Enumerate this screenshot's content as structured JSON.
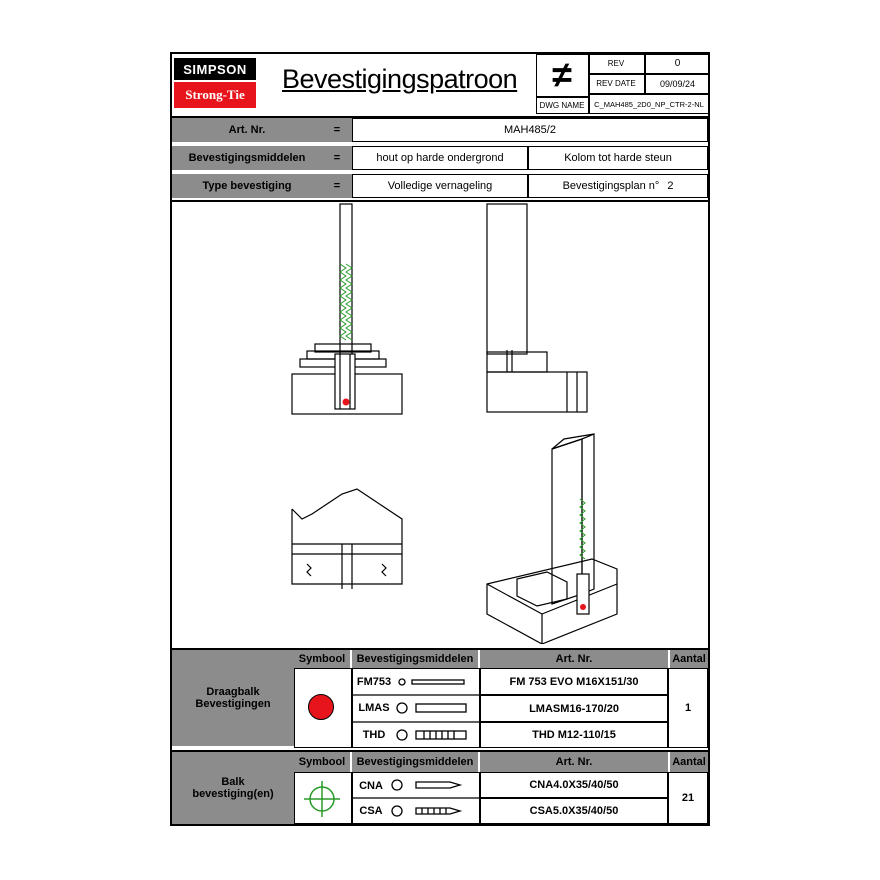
{
  "header": {
    "logo_top": "SIMPSON",
    "logo_bottom": "Strong-Tie",
    "title": "Bevestigingspatroon",
    "not_equal_symbol": "≠",
    "dwg_name_label": "DWG NAME",
    "rev_label": "REV",
    "rev_value": "0",
    "rev_date_label": "REV DATE",
    "rev_date_value": "09/09/24",
    "dwg_name_value": "C_MAH485_2D0_NP_CTR-2-NL"
  },
  "info": {
    "art_label": "Art. Nr.",
    "art_eq": "=",
    "art_value": "MAH485/2",
    "means_label": "Bevestigingsmiddelen",
    "means_eq": "=",
    "means_value1": "hout op harde ondergrond",
    "means_value2": "Kolom tot harde steun",
    "type_label": "Type bevestiging",
    "type_eq": "=",
    "type_value": "Volledige vernageling",
    "plan_label": "Bevestigingsplan n°",
    "plan_value": "2"
  },
  "table1": {
    "group_label": "Draagbalk\nBevestigingen",
    "symbol_header": "Symbool",
    "means_header": "Bevestigingsmiddelen",
    "art_header": "Art. Nr.",
    "count_header": "Aantal",
    "count": "1",
    "symbol_color": "#e8141c",
    "rows": [
      {
        "code": "FM753",
        "art": "FM 753 EVO M16X151/30"
      },
      {
        "code": "LMAS",
        "art": "LMASM16-170/20"
      },
      {
        "code": "THD",
        "art": "THD M12-110/15"
      }
    ]
  },
  "table2": {
    "group_label": "Balk\nbevestiging(en)",
    "symbol_header": "Symbool",
    "means_header": "Bevestigingsmiddelen",
    "art_header": "Art. Nr.",
    "count_header": "Aantal",
    "count": "21",
    "symbol_color": "#2a9a2a",
    "rows": [
      {
        "code": "CNA",
        "art": "CNA4.0X35/40/50"
      },
      {
        "code": "CSA",
        "art": "CSA5.0X35/40/50"
      }
    ]
  },
  "colors": {
    "header_grey": "#8c8c8c",
    "logo_red": "#e8141c",
    "nail_green": "#2a9a2a"
  }
}
